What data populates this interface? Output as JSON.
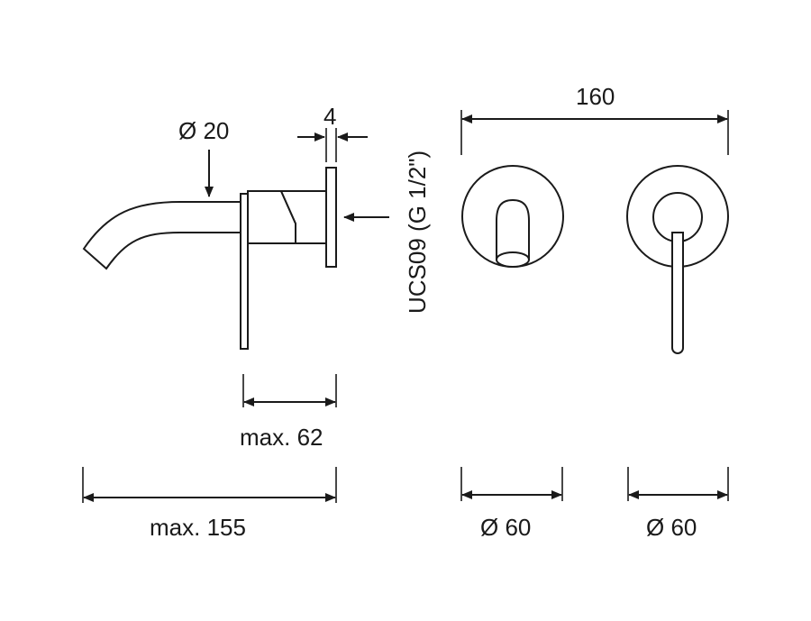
{
  "dimensions": {
    "spout_diameter": "Ø 20",
    "plate_thickness": "4",
    "connection": "UCS09 (G 1/2\")",
    "center_distance": "160",
    "max_depth": "max. 62",
    "max_projection": "max. 155",
    "plate_diameter_left": "Ø 60",
    "plate_diameter_right": "Ø 60"
  }
}
